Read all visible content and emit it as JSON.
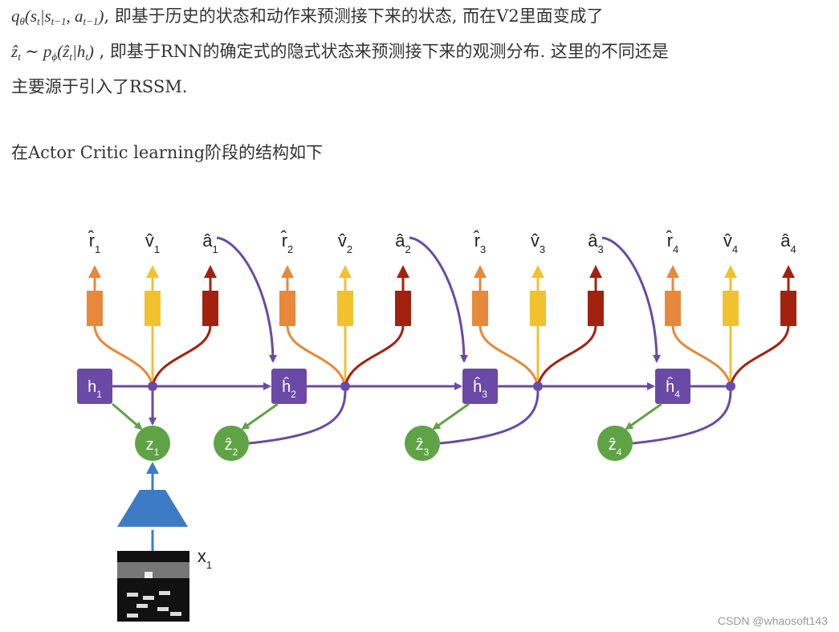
{
  "paragraph": {
    "line1_formula_pre": "q",
    "line1_formula_theta": "θ",
    "line1_formula_args": "(s",
    "line1_formula_t": "t",
    "line1_formula_bar": "|s",
    "line1_formula_tm1": "t−1",
    "line1_formula_comma": ", a",
    "line1_formula_tm1b": "t−1",
    "line1_formula_close": ")",
    "line1_text": ", 即基于历史的状态和动作来预测接下来的状态, 而在V2里面变成了",
    "line2_formula": "ẑ",
    "line2_formula_t": "t",
    "line2_formula_mid": " ∼ p",
    "line2_formula_phi": "ϕ",
    "line2_formula_args": "(ẑ",
    "line2_formula_t2": "t",
    "line2_formula_bar": "|h",
    "line2_formula_t3": "t",
    "line2_formula_close": ")",
    "line2_text": " , 即基于RNN的确定式的隐式状态来预测接下来的观测分布. 这里的不同还是",
    "line3_text": "主要源于引入了RSSM.",
    "line4_text": "在Actor Critic learning阶段的结构如下"
  },
  "diagram": {
    "steps": [
      {
        "r": "r̂",
        "r_sub": "1",
        "v": "v̂",
        "v_sub": "1",
        "a": "â",
        "a_sub": "1",
        "h": "h",
        "h_sub": "1",
        "z": "z",
        "z_sub": "1"
      },
      {
        "r": "r̂",
        "r_sub": "2",
        "v": "v̂",
        "v_sub": "2",
        "a": "â",
        "a_sub": "2",
        "h": "ĥ",
        "h_sub": "2",
        "z": "ẑ",
        "z_sub": "2"
      },
      {
        "r": "r̂",
        "r_sub": "3",
        "v": "v̂",
        "v_sub": "3",
        "a": "â",
        "a_sub": "3",
        "h": "ĥ",
        "h_sub": "3",
        "z": "ẑ",
        "z_sub": "3"
      },
      {
        "r": "r̂",
        "r_sub": "4",
        "v": "v̂",
        "v_sub": "4",
        "a": "â",
        "a_sub": "4",
        "h": "ĥ",
        "h_sub": "4",
        "z": "ẑ",
        "z_sub": "4"
      }
    ],
    "input_label": "x",
    "input_sub": "1",
    "colors": {
      "reward": "#e8883a",
      "value": "#f2c12e",
      "action": "#a3220f",
      "state": "#6a4aa6",
      "latent": "#5fa345",
      "encoder": "#3d7cc4"
    }
  },
  "watermark": "CSDN @whaosoft143"
}
